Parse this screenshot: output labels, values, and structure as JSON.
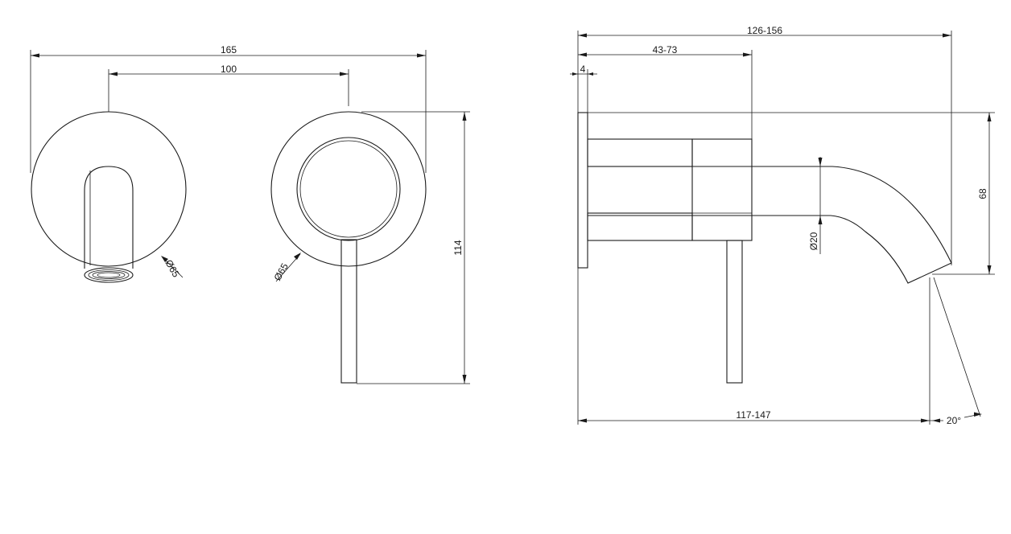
{
  "front_view": {
    "overall_width": "165",
    "center_distance": "100",
    "spout_plate_diameter": "Ø65",
    "mixer_plate_diameter": "Ø65",
    "height": "114"
  },
  "side_view": {
    "overall_projection": "126-156",
    "body_depth": "43-73",
    "plate_thickness": "4",
    "spout_height": "68",
    "spout_diameter": "Ø20",
    "spout_projection": "117-147",
    "spout_angle": "20°"
  }
}
